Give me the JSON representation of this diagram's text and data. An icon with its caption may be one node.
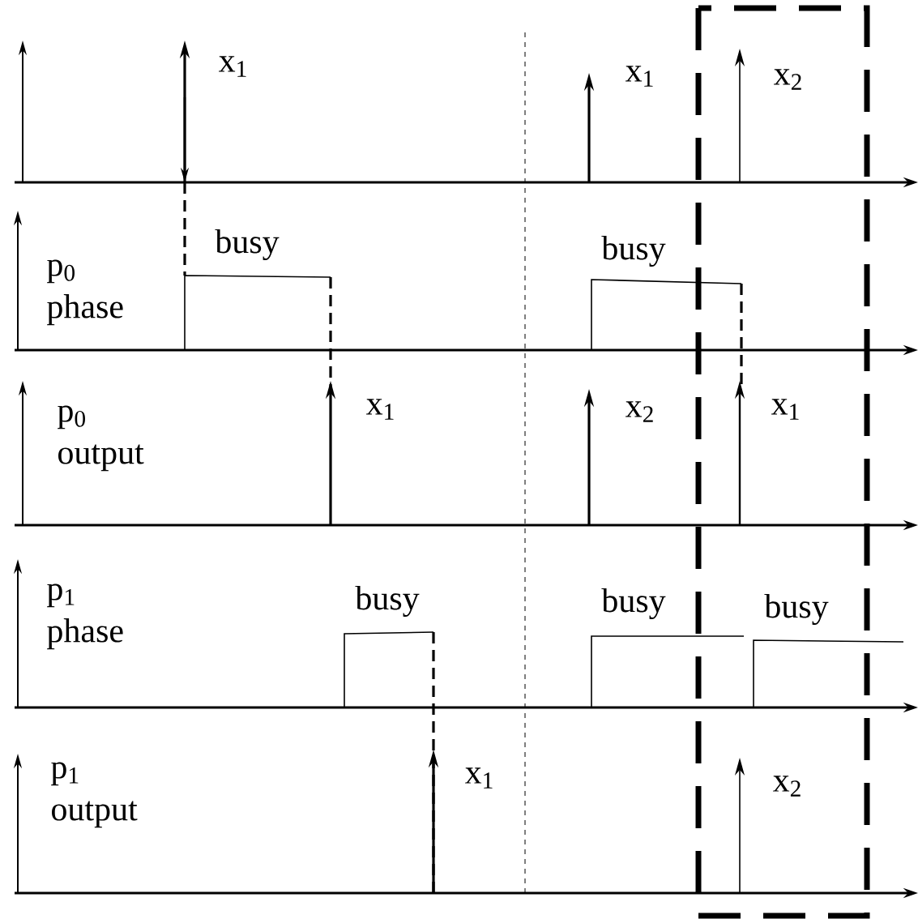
{
  "diagram": {
    "labels": [
      "x$_{1}$",
      "x$_{1}$",
      "x$_{2}$",
      "busy",
      "busy",
      "p$_{0}$ phase",
      "x$_{1}$",
      "x$_{2}$",
      "x$_{1}$",
      "p$_{0}$ output",
      "busy",
      "busy",
      "busy",
      "p$_{1}$ phase",
      "x$_{1}$",
      "x$_{2}$",
      "p$_{1}$ output"
    ]
  }
}
